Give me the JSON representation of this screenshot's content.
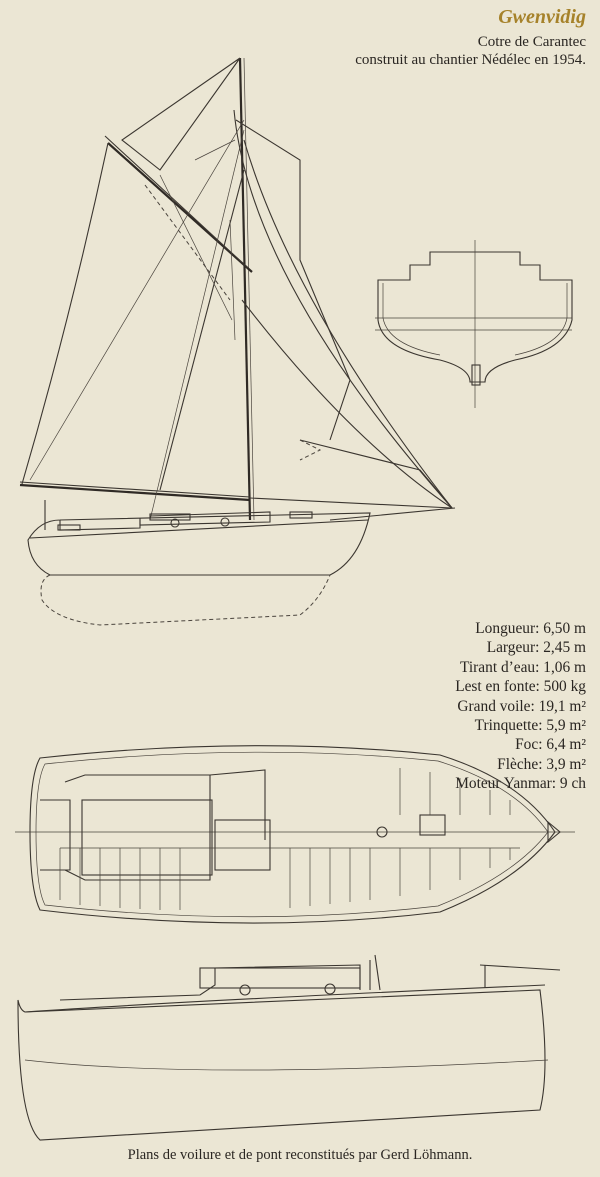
{
  "header": {
    "title": "Gwenvidig",
    "subtitle_line1": "Cotre de Carantec",
    "subtitle_line2": "construit au chantier Nédélec en 1954."
  },
  "specs": [
    "Longueur: 6,50 m",
    "Largeur: 2,45 m",
    "Tirant d’eau: 1,06 m",
    "Lest en fonte: 500 kg",
    "Grand voile: 19,1 m²",
    "Trinquette: 5,9 m²",
    "Foc: 6,4 m²",
    "Flèche: 3,9 m²",
    "Moteur Yanmar: 9 ch"
  ],
  "caption": "Plans de voilure et de pont reconstitués par Gerd Löhmann.",
  "colors": {
    "paper": "#ebe6d4",
    "ink": "#2a2622",
    "title": "#a6822a"
  }
}
